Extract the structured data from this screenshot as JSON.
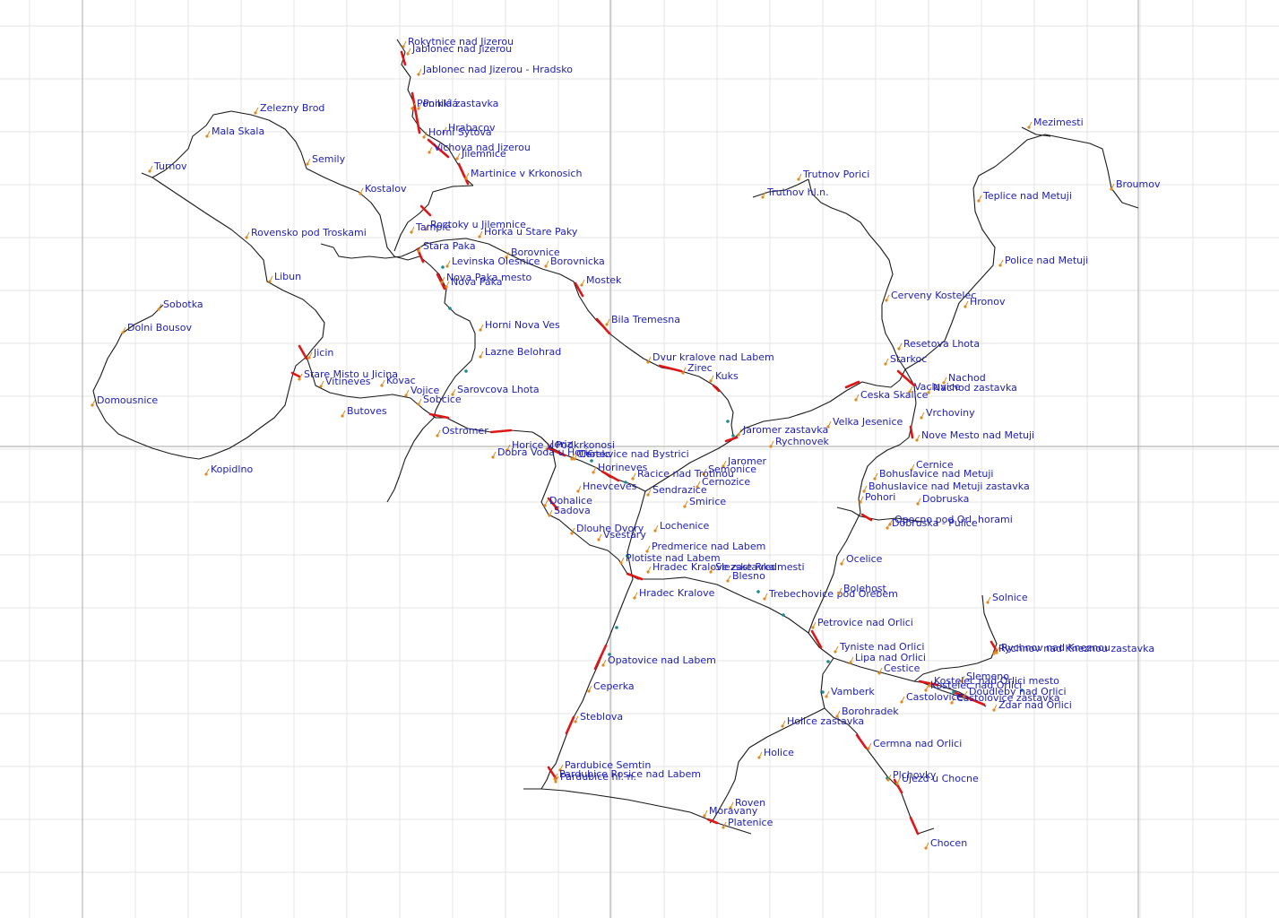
{
  "map": {
    "type": "railway network map",
    "colors": {
      "grid": "#e4e4e4",
      "axis": "#b8b8b8",
      "track": "#1a1a1a",
      "track_highlight": "#e01515",
      "station_label": "#1d1db4",
      "station_marker": "#e08a1e",
      "signal": "#1a8a8a"
    },
    "stations": [
      "Rokytnice nad Jizerou",
      "Jablonec nad Jizerou",
      "Jablonec nad Jizerou - Hradsko",
      "Poniklá zastavka",
      "Poniklá",
      "Hrabacov",
      "Horni Sytova",
      "Vichova nad Jizerou",
      "Jilemnice",
      "Martinice v Krkonosich",
      "Zelezny Brod",
      "Mala Skala",
      "Semily",
      "Turnov",
      "Kostalov",
      "Roztoky u Jilemnice",
      "Tample",
      "Horka u Stare Paky",
      "Rovensko pod Troskami",
      "Stara Paka",
      "Borovnice",
      "Levinska Olesnice",
      "Borovnicka",
      "Libun",
      "Nova Paka mesto",
      "Nova Paka",
      "Mostek",
      "Sobotka",
      "Dolni Bousov",
      "Horni Nova Ves",
      "Bila Tremesna",
      "Jicin",
      "Lazne Belohrad",
      "Dvur kralove nad Labem",
      "Zirec",
      "Stare Misto u Jicina",
      "Vitineves",
      "Kovac",
      "Kuks",
      "Vojice",
      "Sarovcova Lhota",
      "Domousnice",
      "Sobcice",
      "Butoves",
      "Ostromer",
      "Jaromer zastavka",
      "Rychnovek",
      "Jeriz",
      "Horice v Podkrkonosi",
      "Dobra Voda u Horic",
      "Chotec",
      "Cerekvice nad Bystrici",
      "Kopidlno",
      "Jaromer",
      "Horineves",
      "Semonice",
      "Racice nad Trotinou",
      "Cernozice",
      "Hnevceves",
      "Sendrazice",
      "Smirice",
      "Dohalice",
      "Sadova",
      "Lochenice",
      "Dlouhe Dvory",
      "Vsestary",
      "Predmerice nad Labem",
      "Plotiste nad Labem",
      "Hradec Kralove zastavka",
      "Slezske Predmesti",
      "Blesno",
      "Hradec Kralove",
      "Trebechovice pod Orebem",
      "Opatovice nad Labem",
      "Ceperka",
      "Steblova",
      "Pardubice Semtin",
      "Pardubice Rosice nad Labem",
      "Pardubice hl. n.",
      "Roven",
      "Moravany",
      "Platenice",
      "Holice",
      "Holice zastavka",
      "Mezimesti",
      "Broumov",
      "Teplice nad Metuji",
      "Trutnov Porici",
      "Trutnov hl.n.",
      "Police nad Metuji",
      "Cerveny Kostelec",
      "Hronov",
      "Resetova Lhota",
      "Starkoc",
      "Nachod",
      "Nachod zastavka",
      "Vaclavice",
      "Ceska Skalice",
      "Velka Jesenice",
      "Vrchoviny",
      "Nove Mesto nad Metuji",
      "Cernice",
      "Bohuslavice nad Metuji",
      "Bohuslavice nad Metuji zastavka",
      "Pohori",
      "Dobruska",
      "Opocno pod Orl. horami",
      "Dobruska - Pulice",
      "Ocelice",
      "Bolehost",
      "Petrovice nad Orlici",
      "Solnice",
      "Rychnov nad Kneznou",
      "Rychnov nad Kneznou zastavka",
      "Tyniste nad Orlici",
      "Lipa nad Orlici",
      "Cestice",
      "Slemeno",
      "Kostelec nad Orlici mesto",
      "Kostelec nad Orlici",
      "Doudleby nad Orlici",
      "Castolovice zastavka",
      "Castolovice",
      "Zdar nad Orlici",
      "Vamberk",
      "Borohradek",
      "Cermna nad Orlici",
      "Plchovky",
      "Ujezd u Chocne",
      "Chocen"
    ]
  }
}
